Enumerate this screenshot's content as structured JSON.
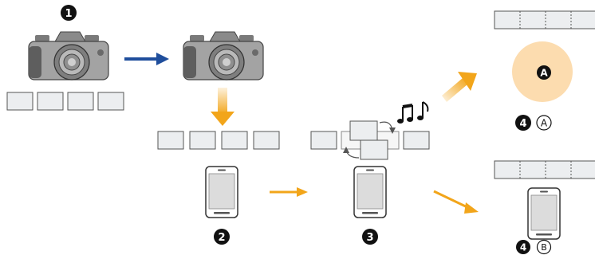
{
  "steps": {
    "step1": "1",
    "step2": "2",
    "step3": "3",
    "step4a_num": "4",
    "step4a_letter": "A",
    "step4b_num": "4",
    "step4b_letter": "B"
  },
  "circle_label": "A",
  "colors": {
    "navy_arrow": "#1f4e9c",
    "orange_arrow": "#f2a51a",
    "circle_fill": "#fcdcaf",
    "thumb_fill": "#eceef0",
    "thumb_stroke": "#555555",
    "camera_body": "#9c9c9c",
    "phone_screen": "#dcdcdc"
  },
  "icons": [
    "camera-icon",
    "smartphone-icon",
    "music-note-icon",
    "swap-arrows-icon"
  ]
}
